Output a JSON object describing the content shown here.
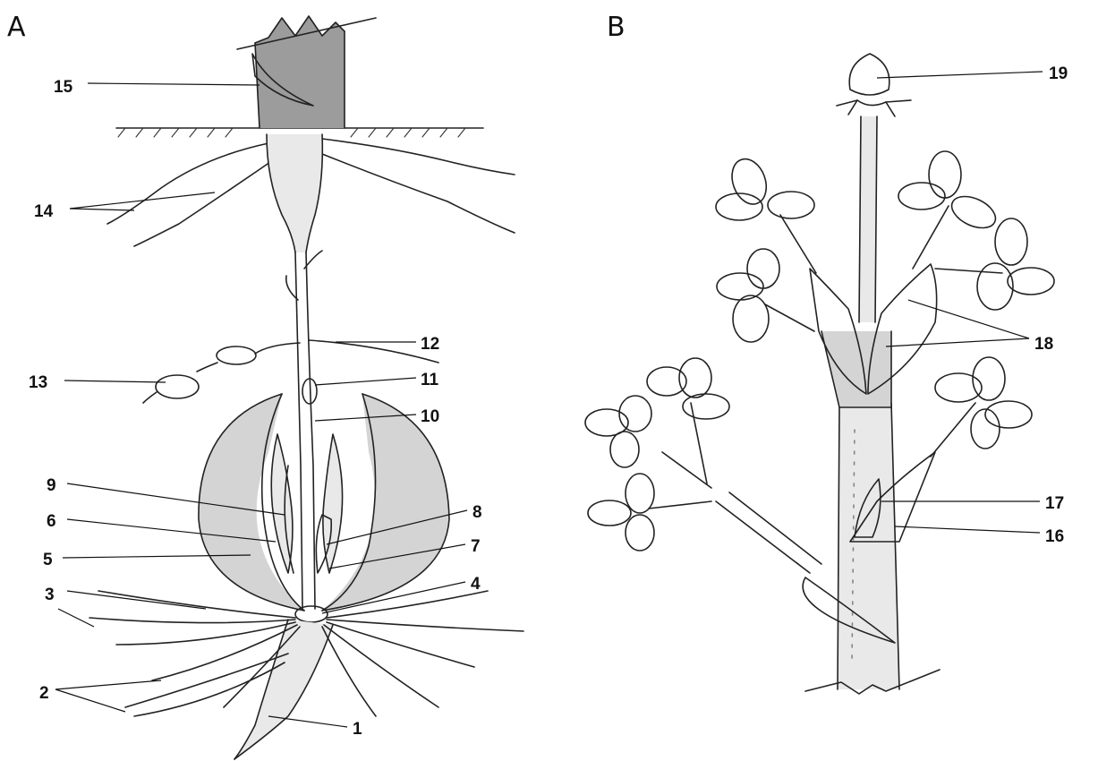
{
  "panels": [
    {
      "letter": "A"
    },
    {
      "letter": "B"
    }
  ],
  "labels": {
    "A": [
      "15",
      "14",
      "12",
      "13",
      "11",
      "10",
      "9",
      "6",
      "8",
      "5",
      "7",
      "4",
      "3",
      "2",
      "1"
    ],
    "B": [
      "19",
      "18",
      "17",
      "16"
    ]
  },
  "colors": {
    "ink": "#222222",
    "paper": "#ffffff",
    "shade_light": "#e9e9e9",
    "shade_mid": "#d4d4d4",
    "shade_dark": "#9c9c9c"
  }
}
